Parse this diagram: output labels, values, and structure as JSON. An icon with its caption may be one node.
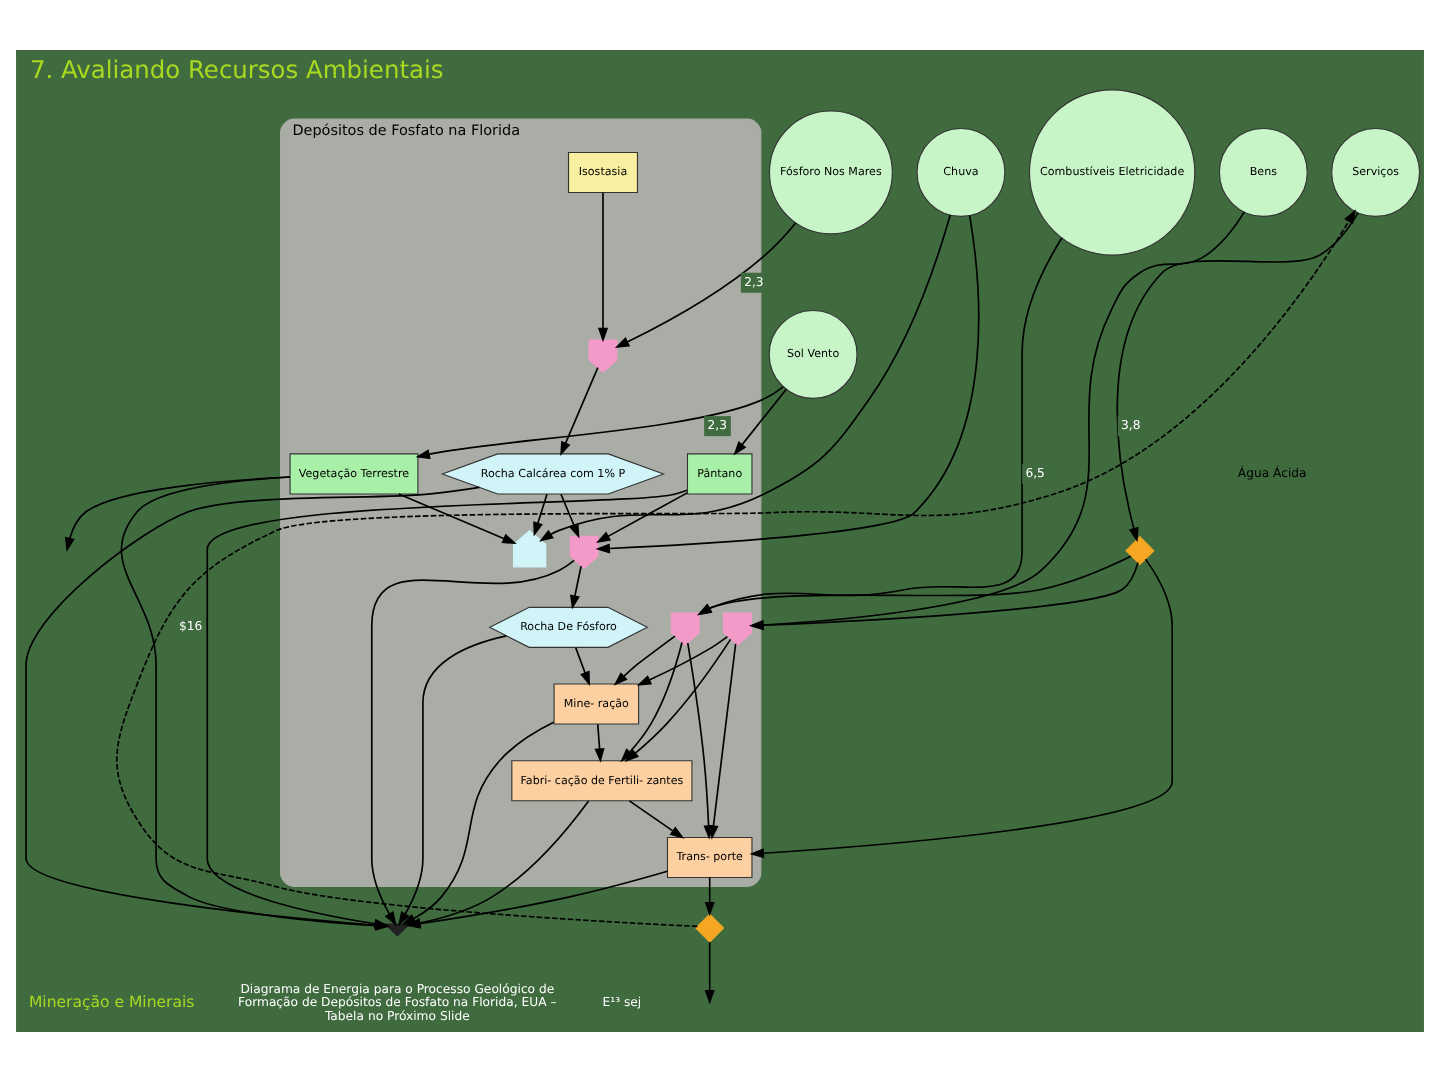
{
  "diagram": {
    "title": "7. Avaliando Recursos Ambientais",
    "nodes": [
      {
        "text": [
          "Depósitos de Fosfato na Florida"
        ]
      },
      {
        "text": [
          "Chuva"
        ]
      },
      {
        "text": [
          "Fósforo Nos Mares"
        ]
      },
      {
        "text": [
          "Combustíveis Eletricidade"
        ]
      },
      {
        "text": [
          "Bens"
        ]
      },
      {
        "text": [
          "Serviços"
        ]
      },
      {
        "text": [
          "Sol Vento"
        ]
      },
      {
        "text": [],
        "shape": "gate",
        "in": 0
      },
      {
        "text": [
          "Isostasia"
        ],
        "in": 0
      },
      {
        "text": [],
        "shape": "gate",
        "in": 0
      },
      {
        "text": [],
        "shape": "gate",
        "in": 0
      },
      {
        "text": [],
        "shape": "diamond"
      },
      {
        "text": [
          "Rocha Calcárea com 1% P"
        ],
        "in": 0
      },
      {
        "text": [
          "Rocha De Fósforo"
        ],
        "in": 0
      },
      {
        "text": [
          "Mine- ração"
        ],
        "in": 0
      },
      {
        "text": [
          "Fabri- cação de Fertili- zantes"
        ],
        "in": 0
      },
      {
        "text": [
          "Trans- porte"
        ],
        "in": 0
      },
      {
        "text": [],
        "shape": "diamond"
      },
      {
        "text": [
          "Vegetação Terrestre"
        ],
        "in": 0
      },
      {
        "text": [],
        "shape": "tank",
        "in": 0
      },
      {
        "text": [
          "Pântano"
        ],
        "in": 0
      },
      {
        "text": [],
        "shape": "gate",
        "in": 0
      },
      {
        "text": [],
        "shape": "ground"
      }
    ],
    "edges": [
      {
        "from": 2,
        "to": 7,
        "arrow": "to",
        "label": "2,3"
      },
      {
        "from": 8,
        "to": 7,
        "arrow": "to"
      },
      {
        "from": 7,
        "to": 12,
        "arrow": "to"
      },
      {
        "from": 3,
        "to": 9,
        "arrow": "to",
        "label": "6,5"
      },
      {
        "from": 4,
        "to": 10,
        "arrow": "to"
      },
      {
        "from": 5,
        "to": 11,
        "arrow": "to",
        "label": "3,8"
      },
      {
        "from": 11,
        "to": 9,
        "arrow": "to"
      },
      {
        "from": 11,
        "to": 10,
        "arrow": "to"
      },
      {
        "from": 11,
        "to": 16,
        "arrow": "to"
      },
      {
        "from": 9,
        "to": 14,
        "arrow": "to"
      },
      {
        "from": 9,
        "to": 15,
        "arrow": "to"
      },
      {
        "from": 9,
        "to": 16,
        "arrow": "to"
      },
      {
        "from": 10,
        "to": 14,
        "arrow": "to"
      },
      {
        "from": 10,
        "to": 15,
        "arrow": "to"
      },
      {
        "from": 10,
        "to": 16,
        "arrow": "to"
      },
      {
        "from": 17,
        "to": 5,
        "arrow": "to",
        "label": "$16",
        "style": "dashed"
      },
      {
        "from": 1,
        "to": 19,
        "arrow": "to"
      },
      {
        "from": 1,
        "to": 21,
        "arrow": "to"
      },
      {
        "from": 6,
        "to": 18,
        "arrow": "to",
        "label": "2,3"
      },
      {
        "from": 6,
        "to": 20,
        "arrow": "to"
      },
      {
        "from": 18,
        "to": null,
        "arrow": "to"
      },
      {
        "from": 12,
        "to": 19,
        "arrow": "to"
      },
      {
        "from": 12,
        "to": 21,
        "arrow": "to"
      },
      {
        "from": 18,
        "to": 19,
        "arrow": "to"
      },
      {
        "from": 20,
        "to": 21,
        "arrow": "to"
      },
      {
        "from": 21,
        "to": 13,
        "arrow": "to"
      },
      {
        "from": 13,
        "to": 14,
        "arrow": "to"
      },
      {
        "from": 14,
        "to": 15,
        "arrow": "to"
      },
      {
        "from": 15,
        "to": 16,
        "arrow": "to"
      },
      {
        "from": 16,
        "to": 17,
        "arrow": "to"
      },
      {
        "from": 17,
        "to": null,
        "arrow": "to"
      },
      {
        "from": 12,
        "to": 22,
        "arrow": "to"
      },
      {
        "from": 13,
        "to": 22,
        "arrow": "to"
      },
      {
        "from": 14,
        "to": 22,
        "arrow": "to"
      },
      {
        "from": 15,
        "to": 22,
        "arrow": "to"
      },
      {
        "from": 16,
        "to": 22,
        "arrow": "to"
      },
      {
        "from": 18,
        "to": 22,
        "arrow": "to"
      },
      {
        "from": 20,
        "to": 22,
        "arrow": "to"
      },
      {
        "from": 21,
        "to": 22,
        "arrow": "to"
      }
    ],
    "labels": [
      "Água Ácida",
      "Diagrama de Energia para o Processo Geológico de Formação de Depósitos de Fosfato na Florida, EUA – Tabela no Próximo Slide",
      "E¹³ sej",
      "Mineração e Minerais"
    ]
  }
}
